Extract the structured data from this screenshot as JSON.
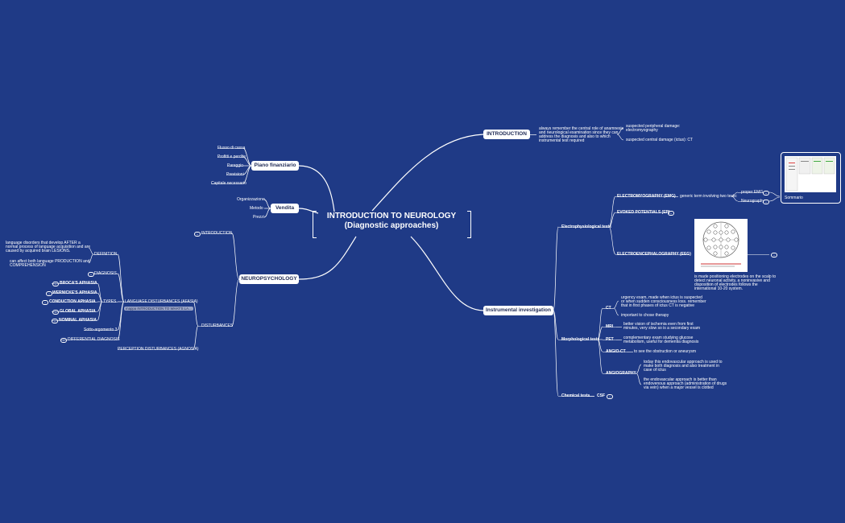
{
  "central": {
    "line1": "INTRODUCTION TO NEUROLOGY",
    "line2": "(Diagnostic approaches)"
  },
  "finance": {
    "label": "Piano finanziario",
    "items": [
      "Flusso di cassa",
      "Profitti e perdite",
      "Pareggio",
      "Previsioni",
      "Capitale necessario"
    ]
  },
  "sales": {
    "label": "Vendita",
    "items": [
      "Organizzazione",
      "Metodo",
      "Prezzi"
    ]
  },
  "neuro": {
    "label": "NEUROPSYCHOLOGY",
    "introduction": "INTRODUCTION",
    "disturbances": "DISTURBANCES",
    "language": "LANGUAGE DISTURBANCES (AFASIA)",
    "language_note": "mappa INTRODUCTION TO WHAT'S LA...",
    "perception": "PERCEPTION DISTURBANCES (AGNOSIA)",
    "definition": "DEFINITION",
    "definition_text1a": "language disorders that develop AFTER a",
    "definition_text1b": "normal process of language acquisition and are",
    "definition_text1c": "caused by acquired brain LESIONS.",
    "definition_text2a": "can affect both language PRODUCTION and",
    "definition_text2b": "COMPREHENSION",
    "diagnosis": "DIAGNOSIS",
    "types": "TYPES",
    "types_list": [
      "BROCA'S APHASIA",
      "WERNICKE'S APHASIA",
      "CONDUCTION APHASIA",
      "GLOBAL APHASIA",
      "NOMINAL APHASIA"
    ],
    "sub3": "Sotto-argomento 3",
    "differential": "DIFFERENTIAL DIAGNOSIS"
  },
  "intro": {
    "label": "INTRODUCTION",
    "text1": "always remember the central role of anamnesis",
    "text2": "and neurological examination since they can",
    "text3": "address the diagnosis and also to which",
    "text4": "instrumental test required",
    "peripheral1": "suspected peripheral damage:",
    "peripheral2": "electromyography",
    "central_damage": "suspected central damage (ictus): CT"
  },
  "instrumental": {
    "label": "Instrumental investigation",
    "electro": "Electrophysiological tests",
    "emg": "ELECTROMYOGRAPHY (EMG)",
    "emg_desc": "generic term involving two tests:",
    "emg_sub": [
      "proper EMG",
      "Neurography"
    ],
    "ep": "EVOKED POTENTIALS (EP)",
    "eeg": "ELECTROENCEPHALOGRAPHY (EEG)",
    "eeg_text1": "is made positioning electrodes on the scalp to",
    "eeg_text2": "detect neuronal activity, a noninvasive and",
    "eeg_text3": "disposition of electrodes follows the",
    "eeg_text4": "international 10-20 system.",
    "summary": "Sommario",
    "morph": "Morphological tests",
    "ct": "CT",
    "ct_text1": "urgency exam, made when ictus is suspected",
    "ct_text2": "or when sudden consciousness loss. remember",
    "ct_text3": "that in first phases of ictus CT is negative",
    "ct_text4": "important to chose therapy",
    "mri": "MRI",
    "mri_text1": "better vision of ischemia even from first",
    "mri_text2": "minutes, very slow so is a secondary exam",
    "pet": "PET",
    "pet_text1": "complementary exam studying glucose",
    "pet_text2": "metabolism, useful for dementia diagnosis",
    "angioct": "ANGIO-CT",
    "angioct_text": "to see the obstruction or aneurysm",
    "angiography": "ANGIOGRAPHY",
    "angio_text1": "today this endovascular approach is used to",
    "angio_text2": "make both diagnosis and also treatment in",
    "angio_text3": "case of ictus",
    "angio_text4": "the endovascular approach is better than",
    "angio_text5": "endovenous approach (administration of drugs",
    "angio_text6": "via vein) when a major vessel is clotted",
    "chemical": "Chemical tests",
    "csf": "CSF"
  }
}
